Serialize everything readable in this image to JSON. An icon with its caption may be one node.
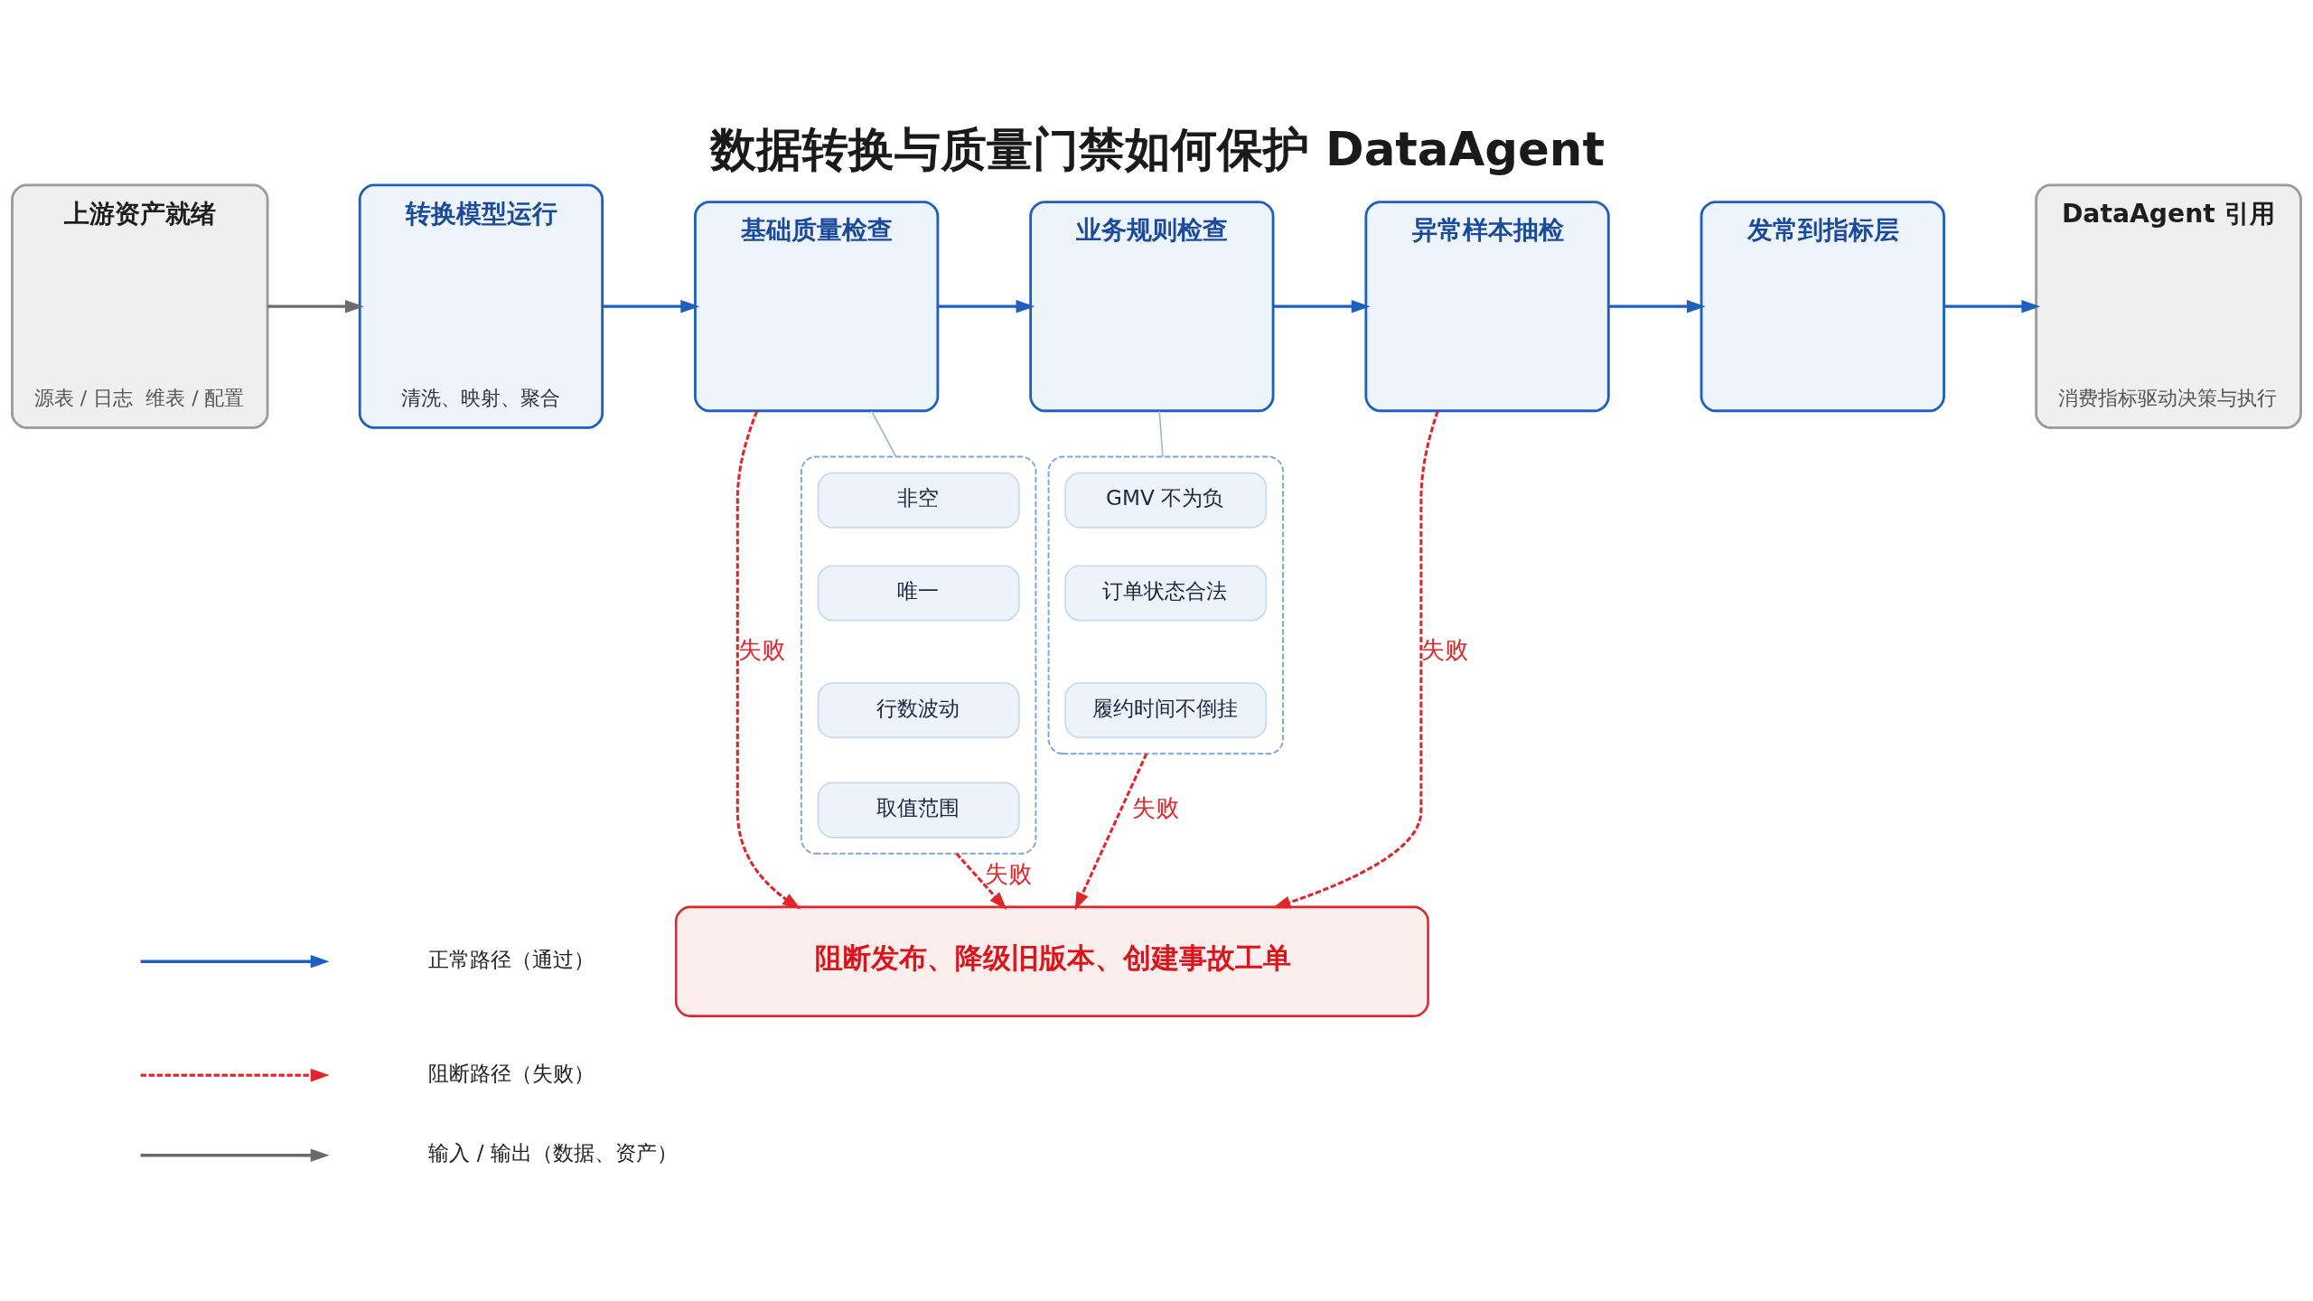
{
  "diagram": {
    "title": "数据转换与质量门禁如何保护 DataAgent",
    "nodes": [
      {
        "text": [
          "上游资产就绪",
          "源表 / 日志",
          "维表 / 配置"
        ]
      },
      {
        "text": [
          "转换模型运行",
          "清洗、映射、聚合"
        ]
      },
      {
        "text": [
          "基础质量检查"
        ]
      },
      {
        "text": [
          "业务规则检查"
        ]
      },
      {
        "text": [
          "异常样本抽检"
        ]
      },
      {
        "text": [
          "发常到指标层"
        ]
      },
      {
        "text": [
          "DataAgent 引用",
          "消费指标驱动决策与执行"
        ]
      },
      {
        "text": [],
        "shape": "box"
      },
      {
        "text": [
          "非空"
        ],
        "in": 7
      },
      {
        "text": [
          "唯一"
        ],
        "in": 7
      },
      {
        "text": [
          "行数波动"
        ],
        "in": 7
      },
      {
        "text": [
          "取值范围"
        ],
        "in": 7
      },
      {
        "text": [],
        "shape": "box"
      },
      {
        "text": [
          "GMV 不为负"
        ],
        "in": 12
      },
      {
        "text": [
          "订单状态合法"
        ],
        "in": 12
      },
      {
        "text": [
          "履约时间不倒挂"
        ],
        "in": 12
      },
      {
        "text": [
          "阻断发布、降级旧版本、创建事故工单"
        ]
      }
    ],
    "edges": [
      {
        "from": 0,
        "to": 1,
        "arrow": "to",
        "color": "#6b6b6b"
      },
      {
        "from": 1,
        "to": 2,
        "arrow": "to",
        "color": "#1f5fbf"
      },
      {
        "from": 2,
        "to": 3,
        "arrow": "to",
        "color": "#1f5fbf"
      },
      {
        "from": 3,
        "to": 4,
        "arrow": "to",
        "color": "#1f5fbf"
      },
      {
        "from": 4,
        "to": 5,
        "arrow": "to",
        "color": "#1f5fbf"
      },
      {
        "from": 5,
        "to": 6,
        "arrow": "to",
        "color": "#1f5fbf"
      },
      {
        "from": 2,
        "to": 7,
        "arrow": "none",
        "color": "#9fb6d8"
      },
      {
        "from": 3,
        "to": 12,
        "arrow": "none",
        "color": "#9fb6d8"
      },
      {
        "from": 7,
        "to": 16,
        "arrow": "to",
        "label": "失败",
        "style": "dashed",
        "color": "#e0262b"
      },
      {
        "from": 2,
        "to": 16,
        "arrow": "to",
        "label": "失败",
        "style": "dashed",
        "color": "#e0262b"
      },
      {
        "from": 12,
        "to": 16,
        "arrow": "to",
        "label": "失败",
        "style": "dashed",
        "color": "#e0262b"
      },
      {
        "from": 4,
        "to": 16,
        "arrow": "to",
        "label": "失败",
        "style": "dashed",
        "color": "#e0262b"
      }
    ],
    "legend": [
      {
        "text": "正常路径（通过）"
      },
      {
        "text": "阻断路径（失败）"
      },
      {
        "text": "输入 / 输出（数据、资产）"
      }
    ]
  }
}
